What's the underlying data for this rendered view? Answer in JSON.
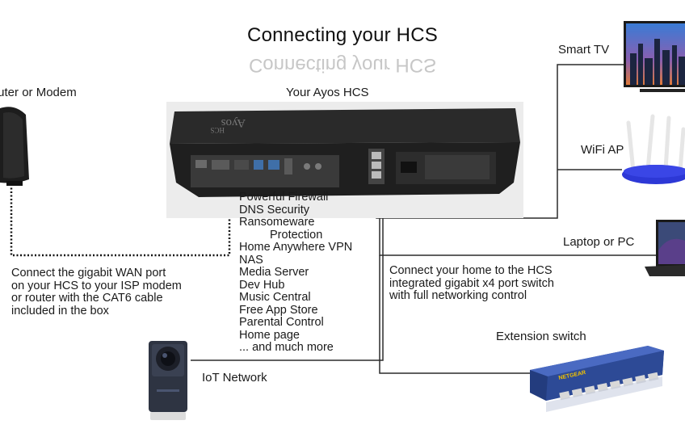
{
  "title": "Connecting your HCS",
  "title_reflection": "Connecting your HCS",
  "hcs": {
    "label": "Your Ayos HCS",
    "brand": "Ayos",
    "brand_sub": "HCS"
  },
  "modem": {
    "label": "Router or Modem",
    "description": [
      "Connect the gigabit WAN port",
      "on your HCS to your ISP modem",
      "or router with the CAT6 cable",
      "included in the box"
    ]
  },
  "features": [
    "Powerful Firewall",
    "DNS Security",
    "Ransomeware",
    "Protection",
    "Home Anywhere VPN",
    "NAS",
    "Media Server",
    "Dev Hub",
    "Music Central",
    "Free App Store",
    "Parental Control",
    "Home page",
    "... and much more"
  ],
  "devices": {
    "smart_tv": "Smart TV",
    "wifi_ap": "WiFi AP",
    "laptop": "Laptop or PC",
    "extension_switch": "Extension switch",
    "iot": "IoT Network",
    "switch_brand": "NETGEAR"
  },
  "switch_description": [
    "Connect your home to the HCS",
    "integrated gigabit x4 port switch",
    "with full networking control"
  ],
  "colors": {
    "text": "#1a1a1a",
    "line": "#2b2b2b",
    "device_body": "#2e2e2e",
    "wifi_blue": "#2d38d6",
    "switch_blue": "#3554a8"
  }
}
